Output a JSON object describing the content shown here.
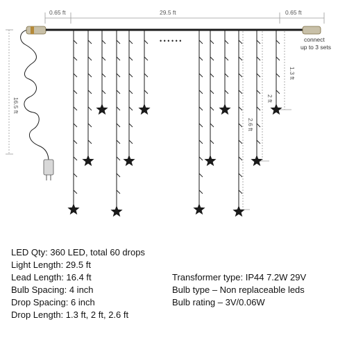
{
  "diagram": {
    "dimensions": {
      "left_connector": "0.65 ft",
      "light_length": "29.5 ft",
      "right_connector": "0.65 ft",
      "lead_length": "16.5 ft",
      "drop_short": "1.3 ft",
      "drop_mid": "2 ft",
      "drop_long": "2.6 ft"
    },
    "ellipsis": "• • • • • •",
    "connect_note": [
      "connect",
      "up to 3 sets"
    ],
    "colors": {
      "wire": "#1a1a1a",
      "dim_line": "#9a9a9a",
      "connector": "#c8c0a8",
      "accent": "#b58a3a"
    }
  },
  "specs_left": [
    "LED Qty: 360 LED,  total 60 drops",
    "Light Length: 29.5 ft",
    "Lead Length: 16.4 ft",
    "Bulb Spacing: 4 inch",
    "Drop Spacing: 6 inch",
    "Drop Length: 1.3 ft, 2 ft, 2.6 ft"
  ],
  "specs_right": [
    "Transformer type: IP44 7.2W 29V",
    "Bulb type – Non replaceable leds",
    "Bulb rating – 3V/0.06W"
  ]
}
